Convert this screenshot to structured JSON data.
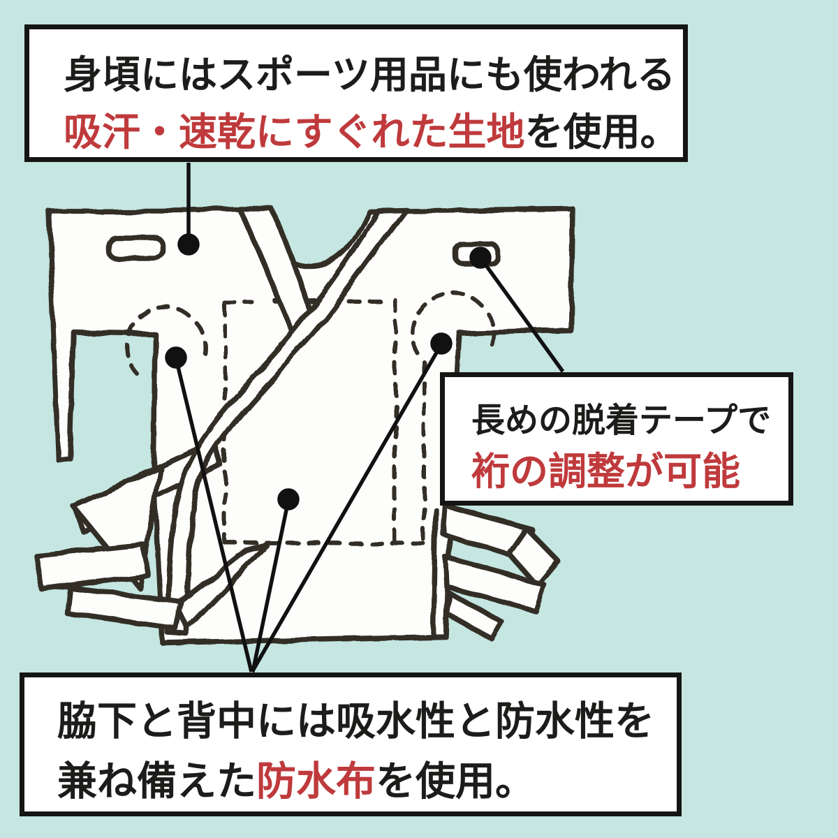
{
  "background_color": "#c5e6e1",
  "accent_red": "#bf3a3c",
  "ink_color": "#1c1c1a",
  "callouts": {
    "top": {
      "line1": "身頃にはスポーツ用品にも使われる",
      "line2_red": "吸汗・速乾にすぐれた生地",
      "line2_black": "を使用。"
    },
    "mid": {
      "line1": "長めの脱着テープで",
      "line2_red": "裄の調整が可能"
    },
    "bottom": {
      "line1": "脇下と背中には吸水性と防水性を",
      "line2_black_pre": "兼ね備えた",
      "line2_red": "防水布",
      "line2_black_post": "を使用。"
    }
  },
  "illustration": {
    "subject": "hand-drawn flat-lay kimono-style baby undergarment with waist ties",
    "marker_count": 5
  }
}
